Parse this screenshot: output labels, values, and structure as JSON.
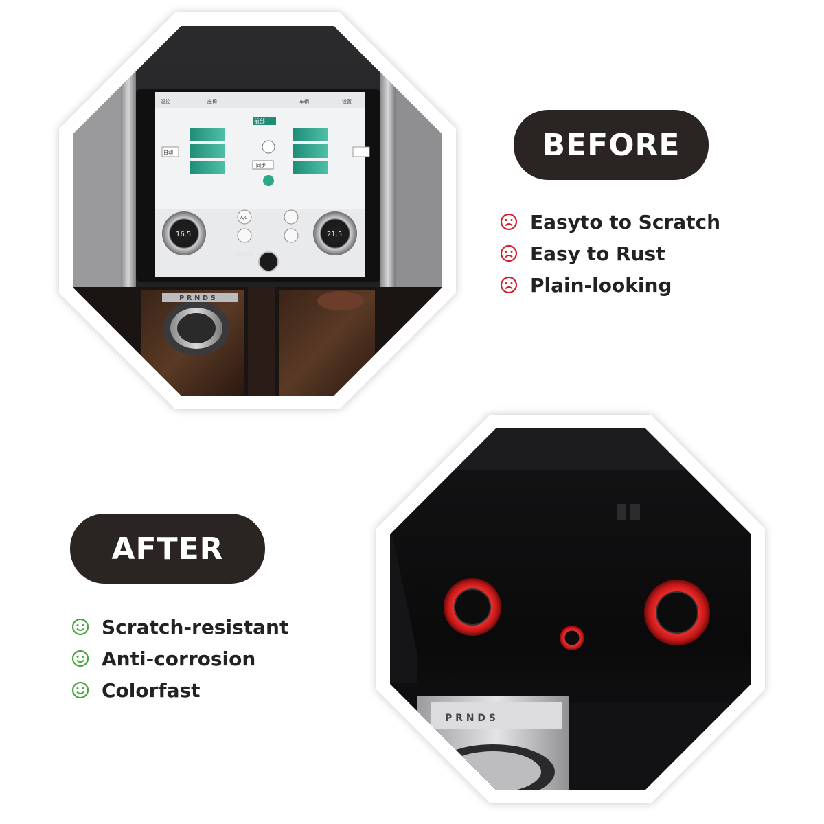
{
  "before": {
    "label": "BEFORE",
    "items": [
      {
        "text": "Easyto to Scratch",
        "icon": "sad-face-icon"
      },
      {
        "text": "Easy to Rust",
        "icon": "sad-face-icon"
      },
      {
        "text": "Plain-looking",
        "icon": "sad-face-icon"
      }
    ]
  },
  "after": {
    "label": "AFTER",
    "items": [
      {
        "text": "Scratch-resistant",
        "icon": "smiley-face-icon"
      },
      {
        "text": "Anti-corrosion",
        "icon": "smiley-face-icon"
      },
      {
        "text": "Colorfast",
        "icon": "smiley-face-icon"
      }
    ]
  },
  "photo_before": {
    "tabs": [
      "温控",
      "座椅",
      "车辆",
      "设置"
    ],
    "zone": "前部",
    "auto": "自动",
    "sync": "同步",
    "temp_left": "16.5",
    "temp_right": "21.5",
    "ac": "A/C",
    "max_ac": "MAX A/C",
    "gear": "P R N D S"
  },
  "photo_after": {
    "gear": "P R N D S"
  },
  "colors": {
    "pill_bg": "#2a2523",
    "sad_icon": "#d61e2a",
    "smile_icon": "#46a838",
    "accent_ring": "#e02020"
  }
}
